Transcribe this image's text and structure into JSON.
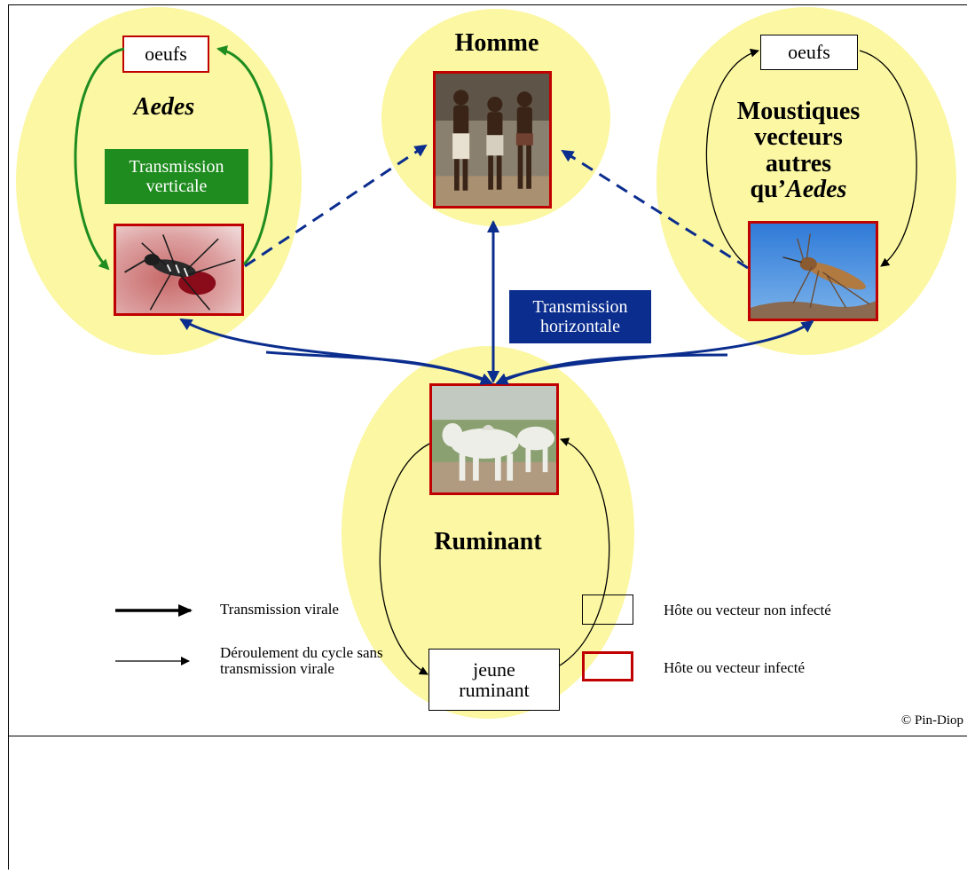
{
  "aedes": {
    "eggs_label": "oeufs",
    "title": "Aedes",
    "vertical_label_line1": "Transmission",
    "vertical_label_line2": "verticale"
  },
  "human": {
    "title": "Homme"
  },
  "other_mosquitoes": {
    "eggs_label": "oeufs",
    "title_line1": "Moustiques",
    "title_line2": "vecteurs",
    "title_line3": "autres",
    "title_line4_prefix": "qu’",
    "title_line4_italic": "Aedes"
  },
  "ruminant": {
    "title": "Ruminant",
    "young_line1": "jeune",
    "young_line2": "ruminant"
  },
  "horizontal_label_line1": "Transmission",
  "horizontal_label_line2": "horizontale",
  "copyright": "© Pin-Diop",
  "legend": {
    "thick_arrow": "Transmission virale",
    "thin_arrow_line1": "Déroulement du cycle sans",
    "thin_arrow_line2": "transmission virale",
    "uninfected_box": "Hôte ou vecteur non infecté",
    "infected_box": "Hôte ou vecteur infecté"
  },
  "colors": {
    "ellipse_fill": "#fbf7a2",
    "infected_border": "#c00000",
    "vertical_arrow": "#1f8c1f",
    "horizontal_arrow": "#0b2d8e"
  }
}
